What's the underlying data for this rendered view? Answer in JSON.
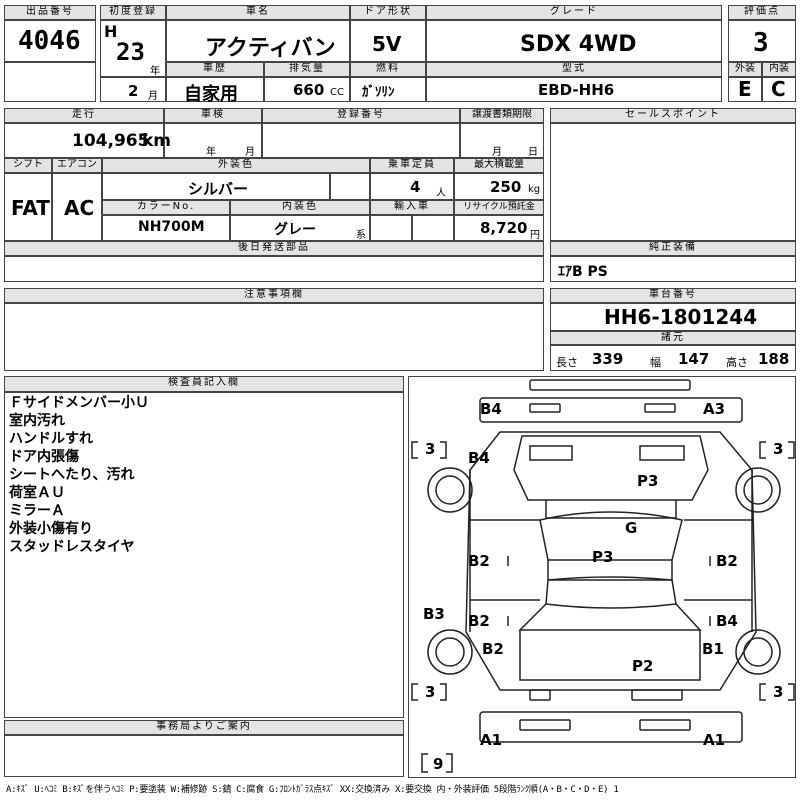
{
  "top": {
    "lot_label": "出品番号",
    "lot": "4046",
    "first_reg_label": "初度登録",
    "era": "H",
    "reg_year": "23",
    "year_unit": "年",
    "reg_month": "2",
    "month_unit": "月",
    "name_label": "車名",
    "name": "アクティバン",
    "doors_label": "ドア形状",
    "doors": "5V",
    "grade_label": "グレード",
    "grade": "SDX 4WD",
    "score_label": "評価点",
    "score": "3",
    "history_label": "車歴",
    "history": "自家用",
    "displacement_label": "排気量",
    "displacement": "660",
    "displacement_unit": "CC",
    "fuel_label": "燃料",
    "fuel": "ｶﾞｿﾘﾝ",
    "model_label": "型式",
    "model": "EBD-HH6",
    "exterior_label": "外装",
    "exterior": "E",
    "interior_label": "内装",
    "interior": "C"
  },
  "mid": {
    "mileage_label": "走行",
    "mileage": "104,965",
    "mileage_unit": "km",
    "inspection_label": "車検",
    "year_unit": "年",
    "month_unit": "月",
    "regno_label": "登録番号",
    "transfer_label": "譲渡書類期限",
    "day_unit": "日",
    "sales_label": "セールスポイント",
    "shift_label": "シフト",
    "shift": "FAT",
    "ac_label": "エアコン",
    "ac": "AC",
    "color_label": "外装色",
    "color": "シルバー",
    "capacity_label": "乗車定員",
    "capacity": "4",
    "capacity_unit": "人",
    "load_label": "最大積載量",
    "load": "250",
    "load_unit": "kg",
    "colorno_label": "カラーNo.",
    "colorno": "NH700M",
    "intcolor_label": "内装色",
    "intcolor": "グレー",
    "intcolor_unit": "系",
    "import_label": "輸入車",
    "recycle_label": "リサイクル預託金",
    "recycle": "8,720",
    "recycle_unit": "円",
    "later_label": "後日発送部品",
    "equip_label": "純正装備",
    "equip": "ｴｱB PS",
    "caution_label": "注意事項欄",
    "chassis_label": "車台番号",
    "chassis": "HH6-1801244",
    "spec_label": "諸元",
    "len_label": "長さ",
    "len": "339",
    "wid_label": "幅",
    "wid": "147",
    "hgt_label": "高さ",
    "hgt": "188"
  },
  "inspector": {
    "label": "検査員記入欄",
    "notes": [
      "Ｆサイドメンバー小Ｕ",
      "室内汚れ",
      "ハンドルすれ",
      "ドア内張傷",
      "シートへたり、汚れ",
      "荷室ＡＵ",
      "ミラーＡ",
      "外装小傷有り",
      "スタッドレスタイヤ"
    ]
  },
  "office": {
    "label": "事務局よりご案内"
  },
  "diagram": {
    "marks": {
      "b4_top_left": "B4",
      "a3_top_right": "A3",
      "b4_left": "B4",
      "p3_roof": "P3",
      "g_windshield": "G",
      "p3_hood": "P3",
      "b2_left_upper": "B2",
      "b2_right_upper": "B2",
      "b3_left": "B3",
      "b2_left_lower": "B2",
      "b4_right": "B4",
      "b2_left_rear": "B2",
      "b1_right": "B1",
      "p2_rear": "P2",
      "a1_left": "A1",
      "a1_right": "A1"
    },
    "tires": {
      "fl": "3",
      "fr": "3",
      "rl": "3",
      "rr": "3",
      "spare": "9"
    }
  },
  "legend": "A:ｷｽﾞ U:ﾍｺﾐ B:ｷｽﾞを伴うﾍｺﾐ P:要塗装 W:補修跡 S:錆 C:腐食 G:ﾌﾛﾝﾄｶﾞﾗｽ点ｷｽﾞ XX:交換済み X:要交換 内・外装評価 5段階ﾗﾝｸ順(A・B・C・D・E) 1"
}
